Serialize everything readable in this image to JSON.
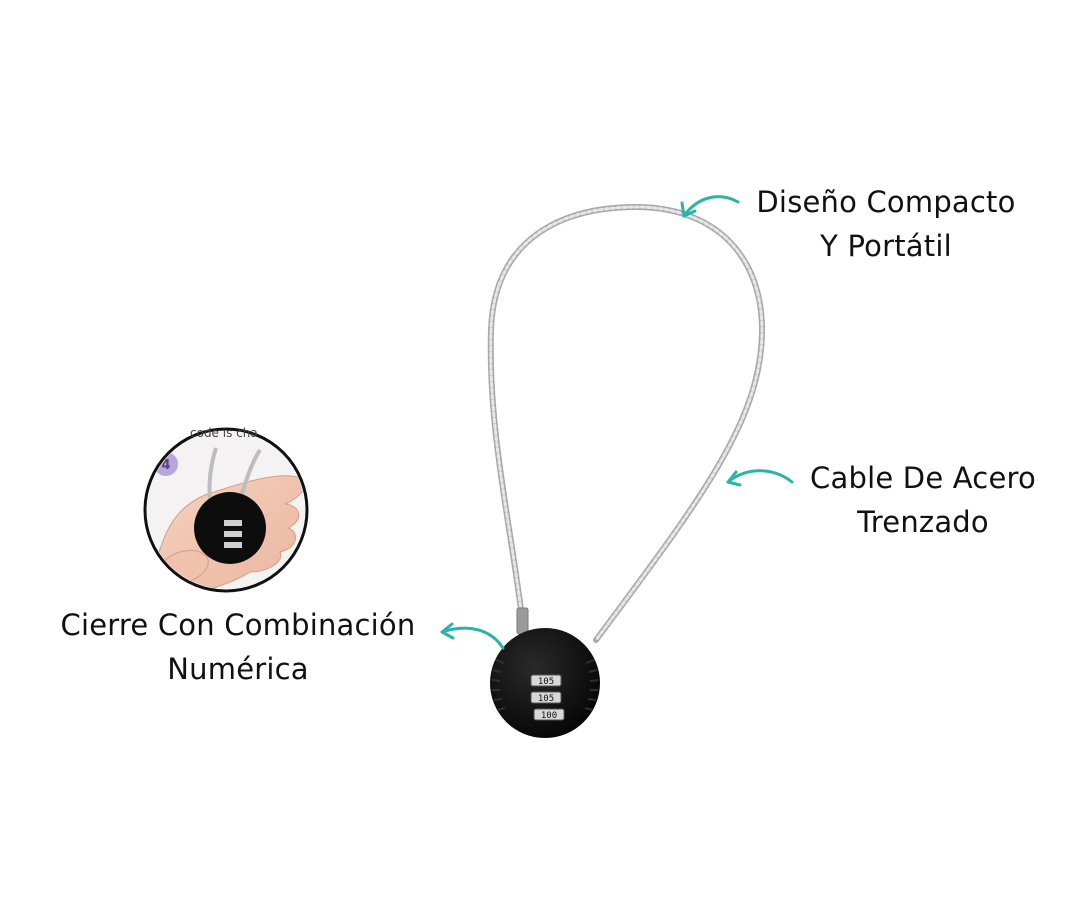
{
  "features": [
    {
      "id": "compacto",
      "lines": [
        "Diseño Compacto",
        "Y Portátil"
      ]
    },
    {
      "id": "cable",
      "lines": [
        "Cable De Acero",
        "Trenzado"
      ]
    },
    {
      "id": "cierre",
      "lines": [
        "Cierre Con Combinación",
        "Numérica"
      ]
    }
  ],
  "inset": {
    "step_number": "4",
    "caption_fragment": "code is cha"
  },
  "lock": {
    "dials": [
      "105",
      "105",
      "100"
    ]
  },
  "colors": {
    "arrow": "#2bb3a8",
    "lock_body": "#121212",
    "cable": "#c9c9c9",
    "step_badge": "#b9a6d8",
    "background": "#ffffff",
    "text": "#111111"
  },
  "icons": {
    "arrows": "curved-arrow-icon"
  }
}
